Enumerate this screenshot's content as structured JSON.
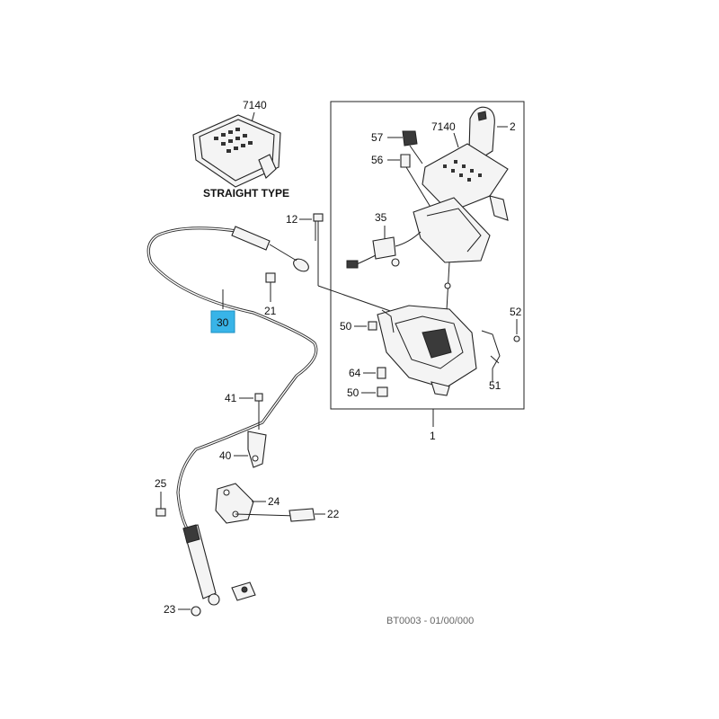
{
  "inset": {
    "part_number": "7140",
    "caption": "STRAIGHT TYPE"
  },
  "highlight": {
    "label": "30",
    "color": "#38b4e8"
  },
  "callouts": {
    "p2": "2",
    "p7140_main": "7140",
    "p57": "57",
    "p56": "56",
    "p35": "35",
    "p12": "12",
    "p21": "21",
    "p50_upper": "50",
    "p52": "52",
    "p64": "64",
    "p50_lower": "50",
    "p51": "51",
    "p1": "1",
    "p41": "41",
    "p40": "40",
    "p25": "25",
    "p24": "24",
    "p22": "22",
    "p23": "23"
  },
  "footer_code": "BT0003 - 01/00/000"
}
